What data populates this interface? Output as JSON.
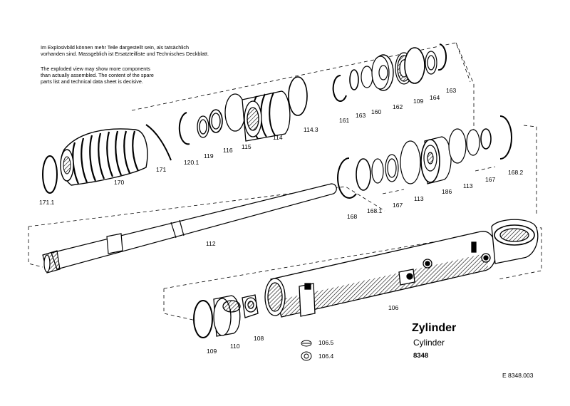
{
  "notes": {
    "german": [
      "Im Explosivbild können mehr Teile dargestellt sein, als tatsächlich",
      "vorhanden sind. Massgeblich ist Ersatzteilliste und Technisches Deckblatt."
    ],
    "english": [
      "The exploded view may show more components",
      "than actually assembled. The content of the spare",
      "parts list and technical data sheet is decisive."
    ]
  },
  "title": {
    "main": "Zylinder",
    "sub": "Cylinder",
    "number": "8348"
  },
  "doc_ref": "E  8348.003",
  "parts": {
    "p171_1": "171.1",
    "p170": "170",
    "p171": "171",
    "p120_1": "120.1",
    "p119": "119",
    "p116": "116",
    "p115": "115",
    "p114": "114",
    "p114_3": "114.3",
    "p161": "161",
    "p163a": "163",
    "p160": "160",
    "p162": "162",
    "p109a": "109",
    "p164": "164",
    "p163b": "163",
    "p112": "112",
    "p168": "168",
    "p168_1": "168.1",
    "p167a": "167",
    "p113a": "113",
    "p186": "186",
    "p113b": "113",
    "p167b": "167",
    "p168_2": "168.2",
    "p106": "106",
    "p109b": "109",
    "p110": "110",
    "p108": "108",
    "p106_5": "106.5",
    "p106_4": "106.4"
  }
}
